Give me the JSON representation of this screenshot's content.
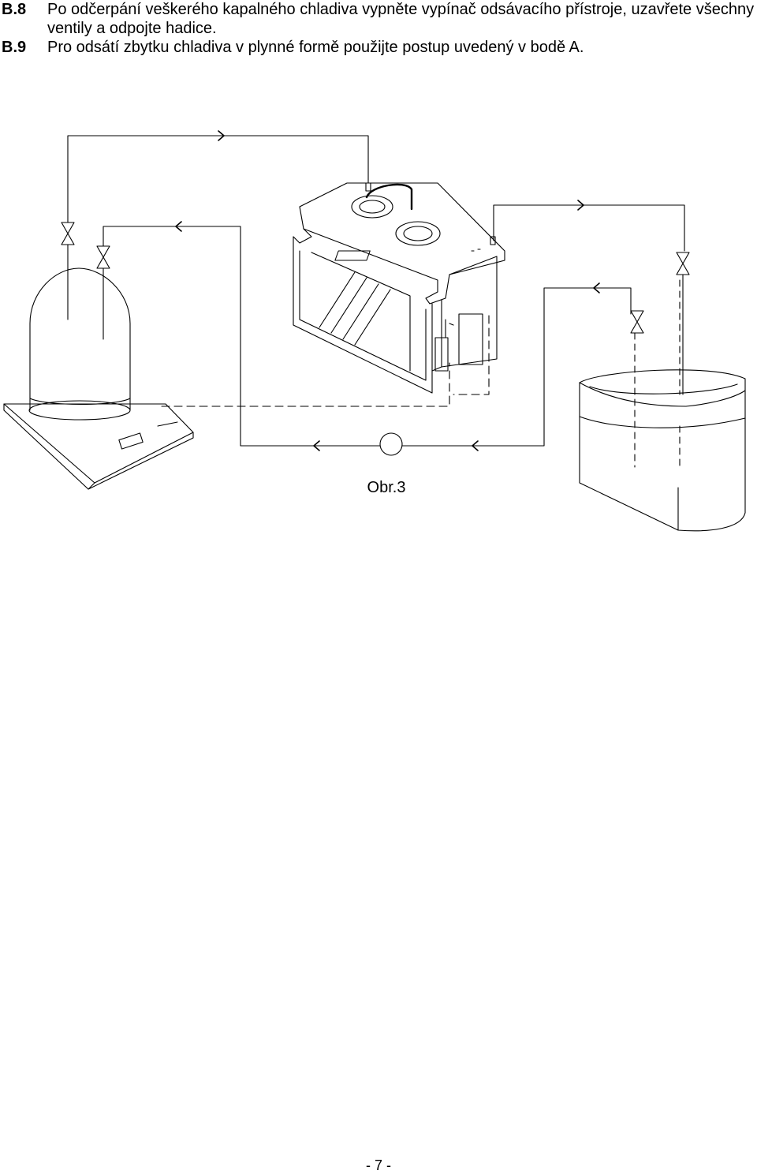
{
  "steps": [
    {
      "number": "B.8",
      "text": "Po odčerpání veškerého kapalného chladiva vypněte vypínač odsávacího přístroje, uzavřete všechny ventily a odpojte hadice."
    },
    {
      "number": "B.9",
      "text": "Pro odsátí zbytku chladiva v plynné formě použijte postup uvedený v bodě A."
    }
  ],
  "figure": {
    "caption": "Obr.3"
  },
  "page_number": "- 7 -"
}
